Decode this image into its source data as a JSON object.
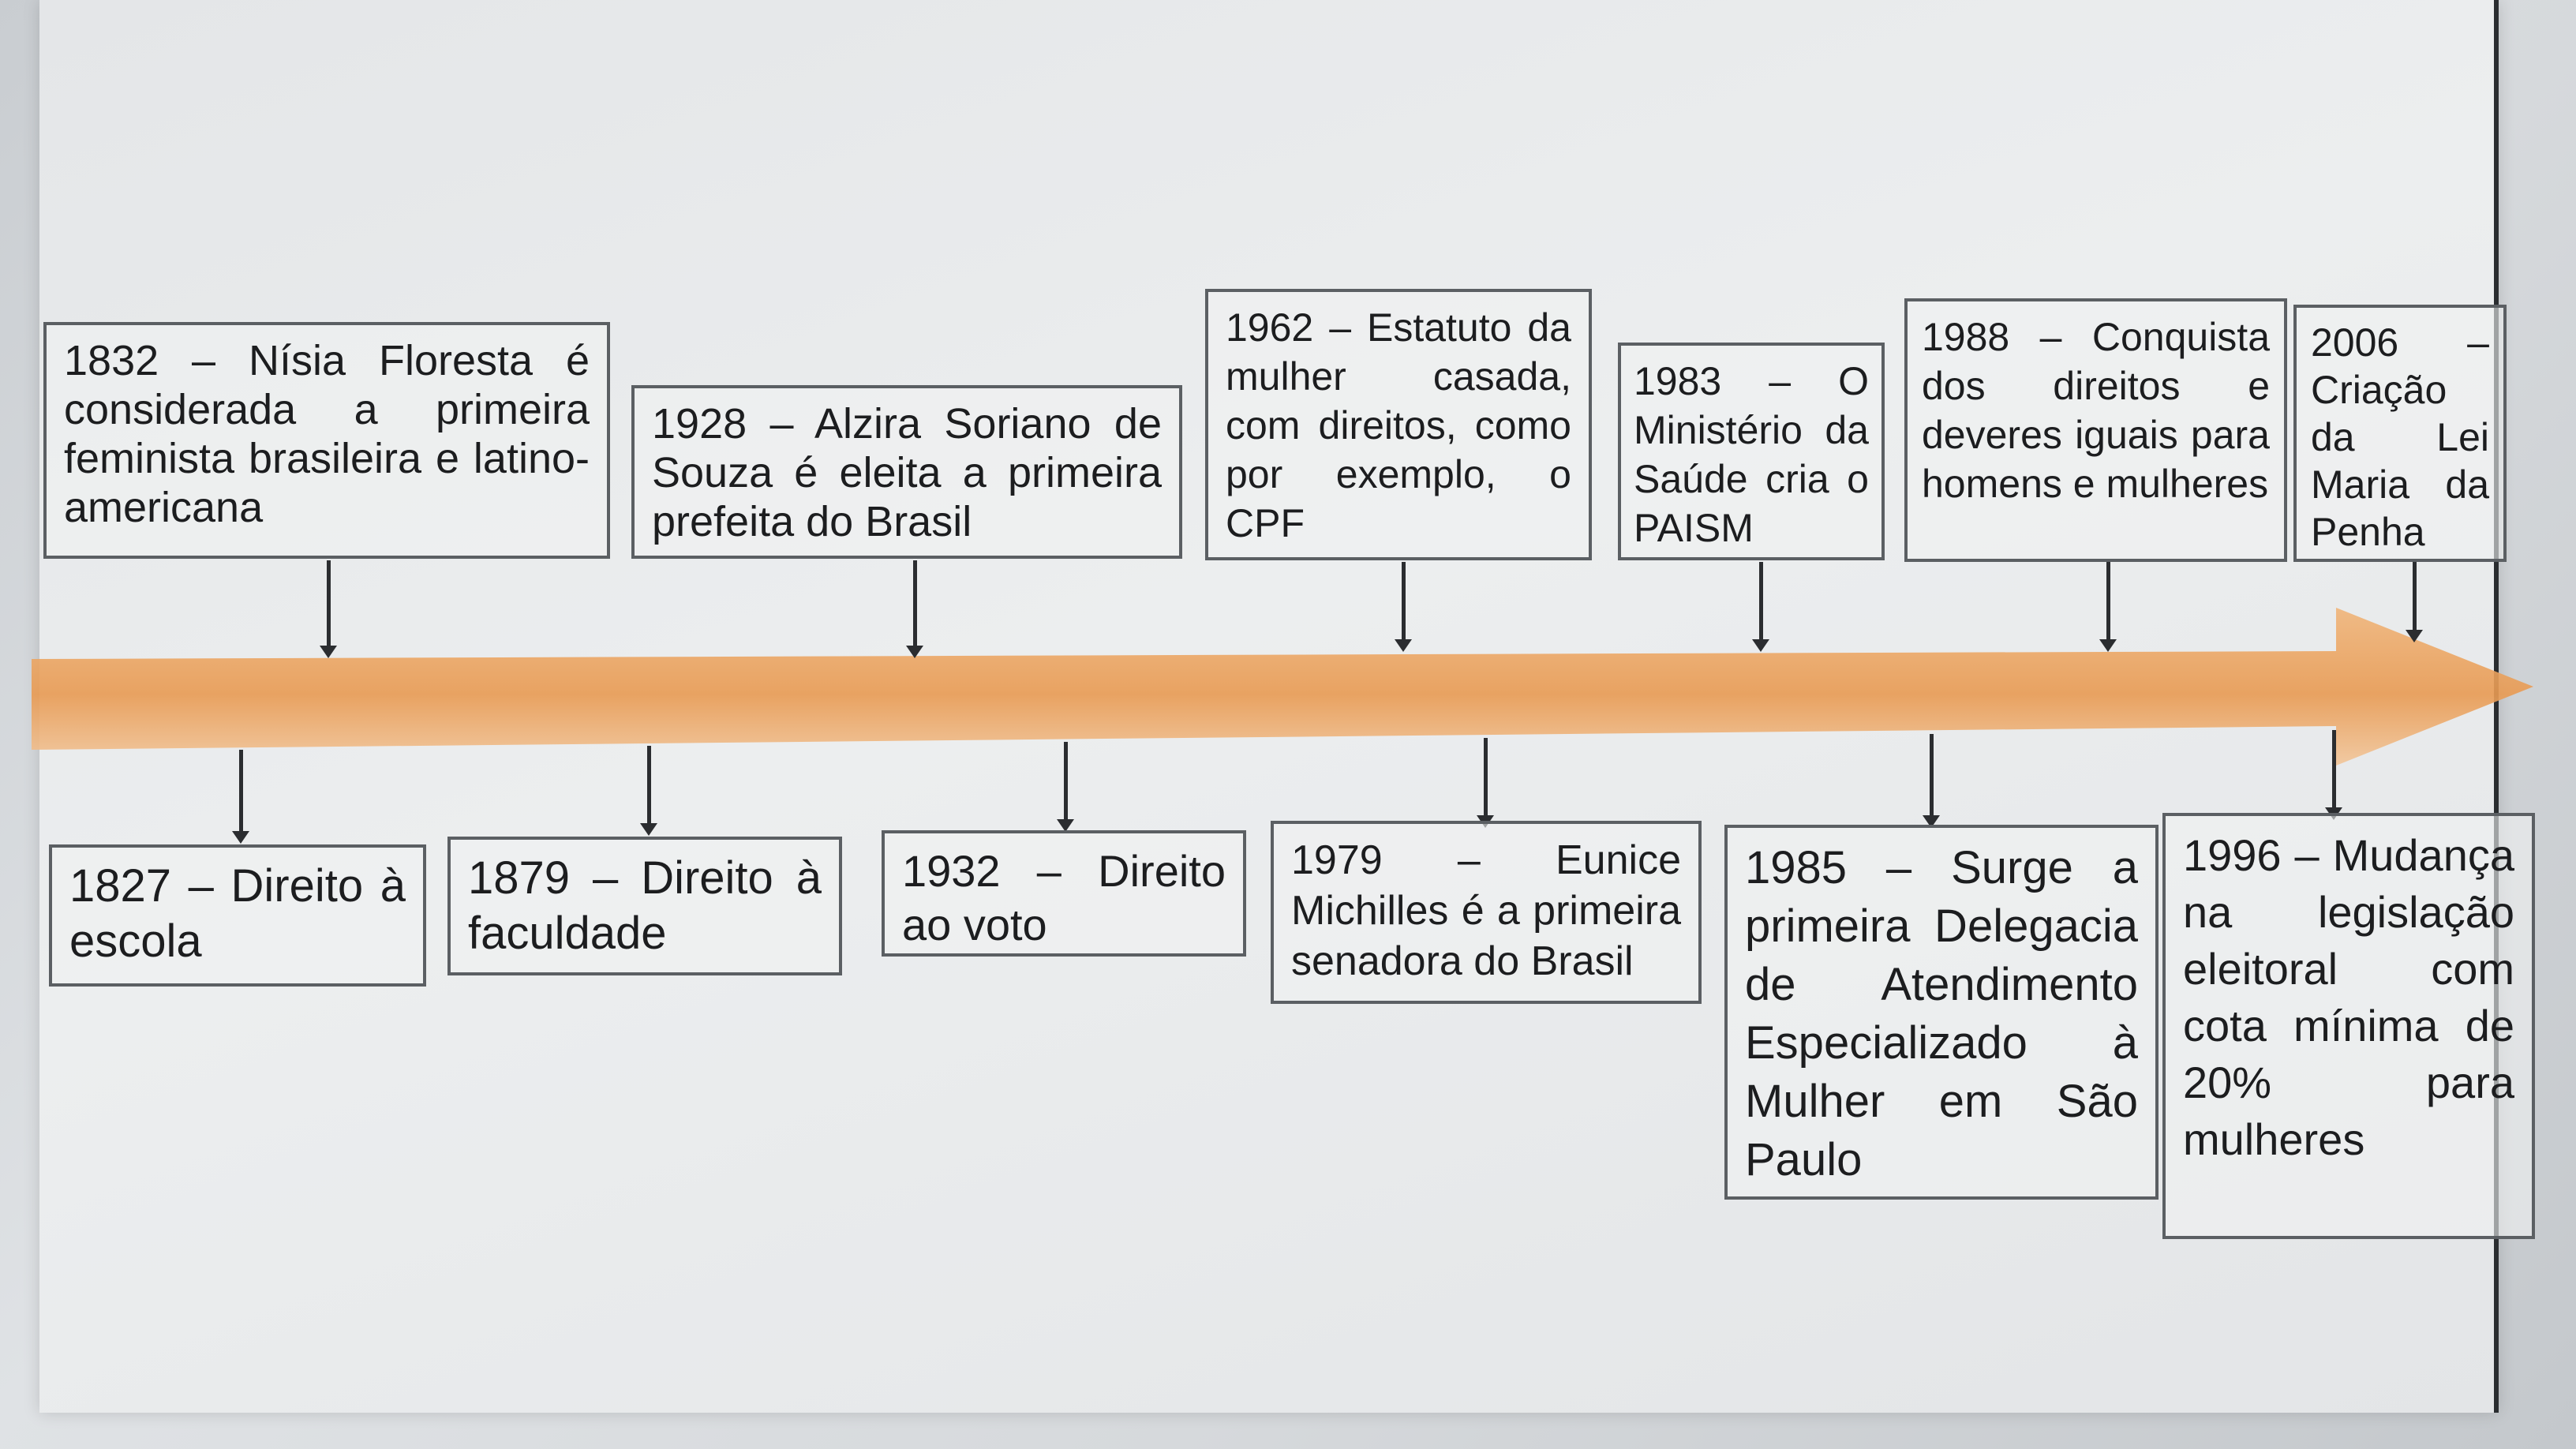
{
  "arrow_color": "#eaa05a",
  "events_above": [
    {
      "text": "1832 – Nísia Floresta é considerada a primeira feminista brasileira e latino-americana"
    },
    {
      "text": "1928 – Alzira Soriano de Souza é eleita a primeira prefeita do Brasil"
    },
    {
      "text": "1962 – Estatuto da mulher casada, com direitos, como por exemplo, o CPF"
    },
    {
      "text": "1983 – O Ministério da Saúde cria o PAISM"
    },
    {
      "text": "1988 – Conquista dos direitos e deveres iguais para homens e mulheres"
    },
    {
      "text": "2006 – Criação da Lei Maria da Penha"
    }
  ],
  "events_below": [
    {
      "text": "1827 – Direito à escola"
    },
    {
      "text": "1879 – Direito à faculdade"
    },
    {
      "text": "1932 – Direito ao voto"
    },
    {
      "text": "1979 – Eunice Michilles é a primeira senadora do Brasil"
    },
    {
      "text": "1985 – Surge a primeira Delegacia de Atendimento Especializado à Mulher em São Paulo"
    },
    {
      "text": "1996 – Mudança na legislação eleitoral com cota mínima de 20% para mulheres"
    }
  ]
}
